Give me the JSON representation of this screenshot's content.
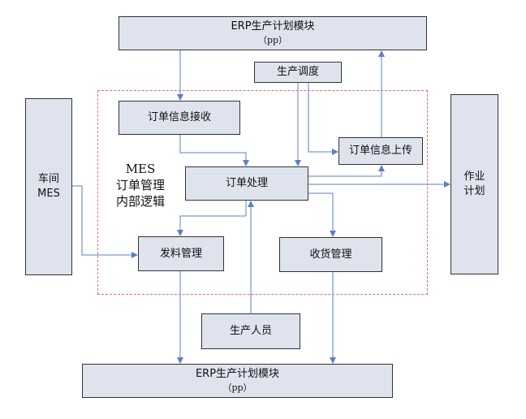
{
  "nodes": {
    "erp_top": {
      "title": "ERP生产计划模块",
      "sub": "（pp）"
    },
    "scheduling": {
      "title": "生产调度"
    },
    "order_receive": {
      "title": "订单信息接收"
    },
    "order_upload": {
      "title": "订单信息上传"
    },
    "order_process": {
      "title": "订单处理"
    },
    "issue_mgmt": {
      "title": "发料管理"
    },
    "receive_mgmt": {
      "title": "收货管理"
    },
    "workshop": {
      "title": "车间",
      "sub": "MES"
    },
    "work_plan": {
      "title": "作业",
      "sub": "计划"
    },
    "personnel": {
      "title": "生产人员"
    },
    "erp_bottom": {
      "title": "ERP生产计划模块",
      "sub": "（pp）"
    }
  },
  "mes_label": {
    "line1": "MES",
    "line2": "订单管理",
    "line3": "内部逻辑"
  },
  "colors": {
    "box_fill": "#dfe3ee",
    "box_border": "#333333",
    "arrow": "#5b7fc4",
    "dashed_border": "#e07070"
  }
}
